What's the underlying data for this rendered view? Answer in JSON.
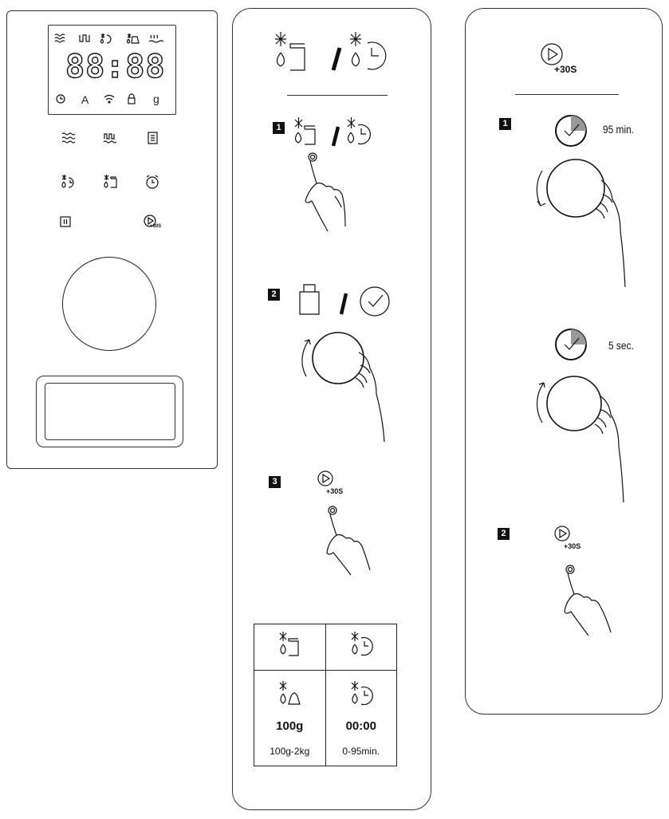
{
  "control_panel": {
    "display_digits": "88:88",
    "top_indicators": [
      "microwave-icon",
      "grill-icon",
      "defrost-time-icon",
      "defrost-weight-icon",
      "combi-icon"
    ],
    "bottom_indicators": [
      "clock-icon",
      "auto-icon",
      "wifi-icon",
      "lock-icon",
      "weight-unit-icon"
    ],
    "bottom_letter_a": "A",
    "bottom_letter_g": "g",
    "buttons": [
      "microwave-button",
      "grill-button",
      "menu-button",
      "defrost-by-time-button",
      "defrost-by-weight-button",
      "timer-button",
      "pause-button",
      "start-30s-button"
    ],
    "start_label": "+30S"
  },
  "card_defrost": {
    "steps": [
      {
        "number": "1",
        "action": "press defrost by weight / defrost by time button"
      },
      {
        "number": "2",
        "action": "turn dial to set weight / time"
      },
      {
        "number": "3",
        "action": "press start button",
        "label": "+30S"
      }
    ],
    "table": {
      "weight_value": "100g",
      "weight_range": "100g-2kg",
      "time_value": "00:00",
      "time_range": "0-95min."
    }
  },
  "card_timer": {
    "header_label": "+30S",
    "steps": [
      {
        "number": "1",
        "max_label": "95 min.",
        "step_label": "5 sec."
      },
      {
        "number": "2",
        "label": "+30S"
      }
    ]
  }
}
